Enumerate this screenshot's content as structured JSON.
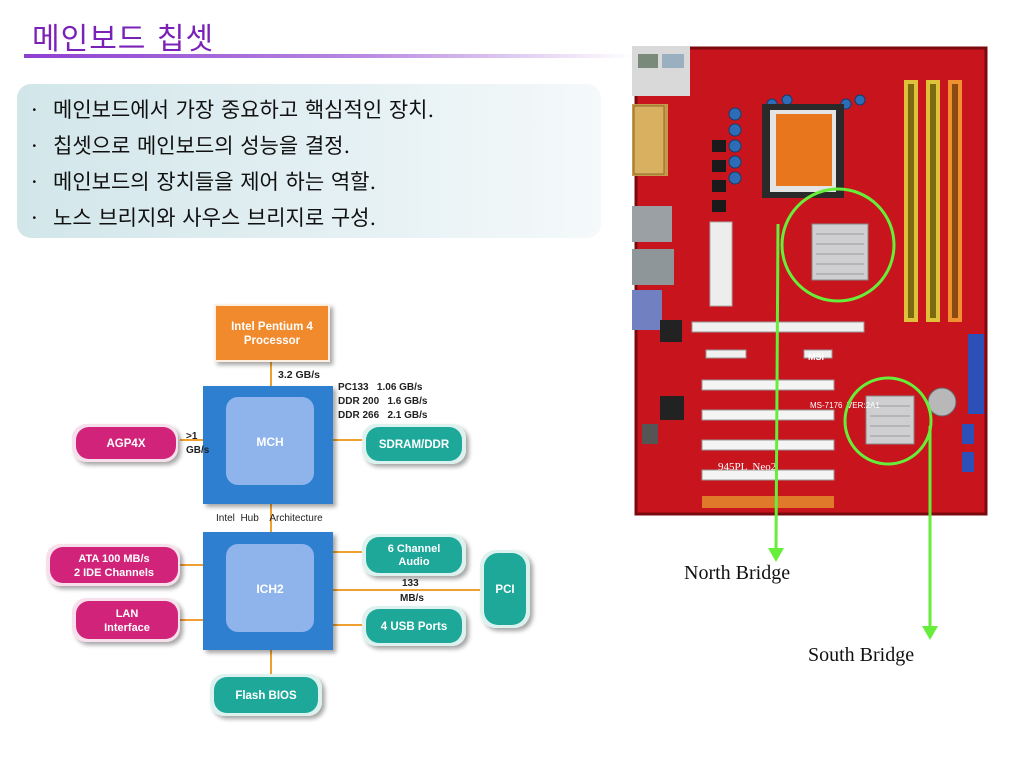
{
  "title": "메인보드 칩셋",
  "bullets": [
    "메인보드에서 가장 중요하고 핵심적인 장치.",
    "칩셋으로 메인보드의 성능을 결정.",
    "메인보드의 장치들을 제어 하는 역할.",
    "노스 브리지와 사우스 브리지로 구성."
  ],
  "bullet_marker": "·",
  "diagram": {
    "cpu": [
      "Intel Pentium 4",
      "Processor"
    ],
    "fsb": "3.2 GB/s",
    "mch": "MCH",
    "ich": "ICH2",
    "agp": "AGP4X",
    "agp_speed": [
      ">1",
      "GB/s"
    ],
    "mem_speeds": [
      "PC133   1.06 GB/s",
      "DDR 200   1.6 GB/s",
      "DDR 266   2.1 GB/s"
    ],
    "sdram": "SDRAM/DDR",
    "hub": "Intel  Hub    Architecture",
    "ata": [
      "ATA 100 MB/s",
      "2 IDE Channels"
    ],
    "lan": [
      "LAN",
      "Interface"
    ],
    "audio": [
      "6 Channel",
      "Audio"
    ],
    "pci_speed": [
      "133",
      "MB/s"
    ],
    "pci": "PCI",
    "usb": "4 USB Ports",
    "bios": "Flash BIOS"
  },
  "board": {
    "model": "MS-7176  VER:2A1",
    "name": "945PL  Neo2",
    "brand": "MSI",
    "north_label": "North Bridge",
    "south_label": "South Bridge"
  },
  "colors": {
    "title": "#7a22b8",
    "cpu_box": "#f08a2c",
    "hub_block": "#2e7fd0",
    "chip_inner": "#8fb4ec",
    "pink": "#d1237a",
    "teal": "#1ea89a",
    "arrow": "#66ee3a",
    "board": "#c8141c"
  }
}
